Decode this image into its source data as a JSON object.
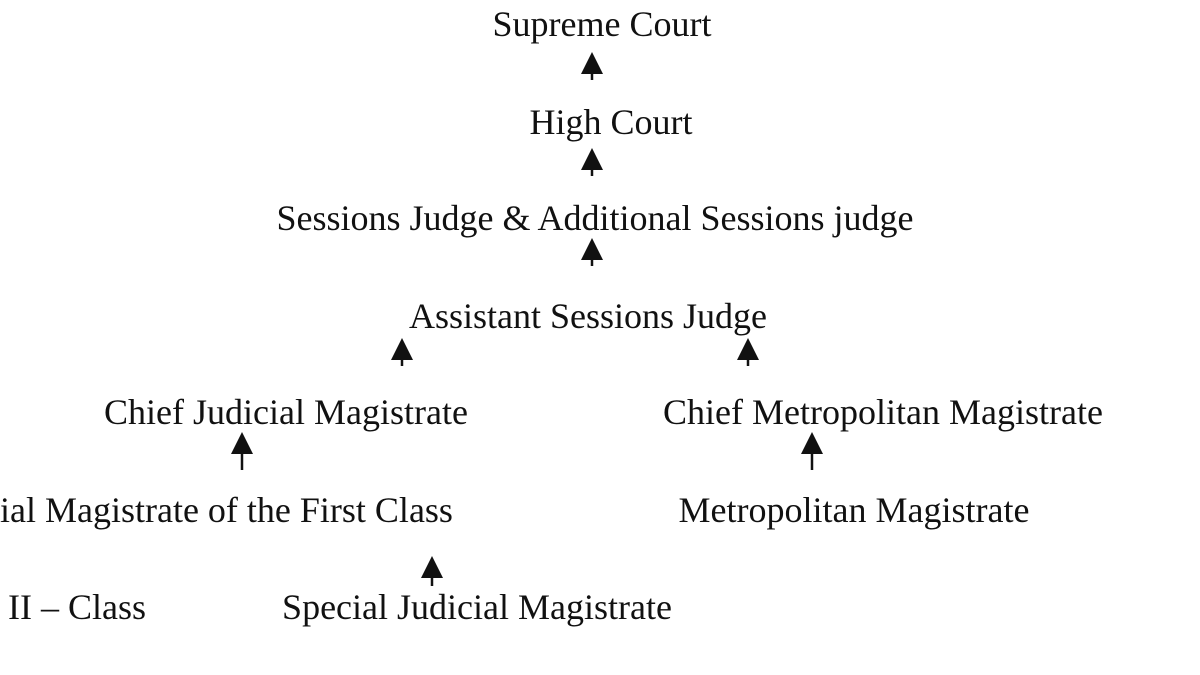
{
  "diagram": {
    "nodes": {
      "supreme_court": "Supreme Court",
      "high_court": "High Court",
      "sessions_judge": "Sessions Judge & Additional Sessions judge",
      "assistant_sessions_judge": "Assistant Sessions Judge",
      "chief_judicial_magistrate": "Chief Judicial Magistrate",
      "chief_metropolitan_magistrate": "Chief Metropolitan Magistrate",
      "judicial_magistrate_first_class": "ial Magistrate of the First Class",
      "metropolitan_magistrate": "Metropolitan Magistrate",
      "second_class": "II – Class",
      "special_judicial_magistrate": "Special Judicial Magistrate"
    },
    "arrow_color": "#111111",
    "text_color": "#111111"
  }
}
